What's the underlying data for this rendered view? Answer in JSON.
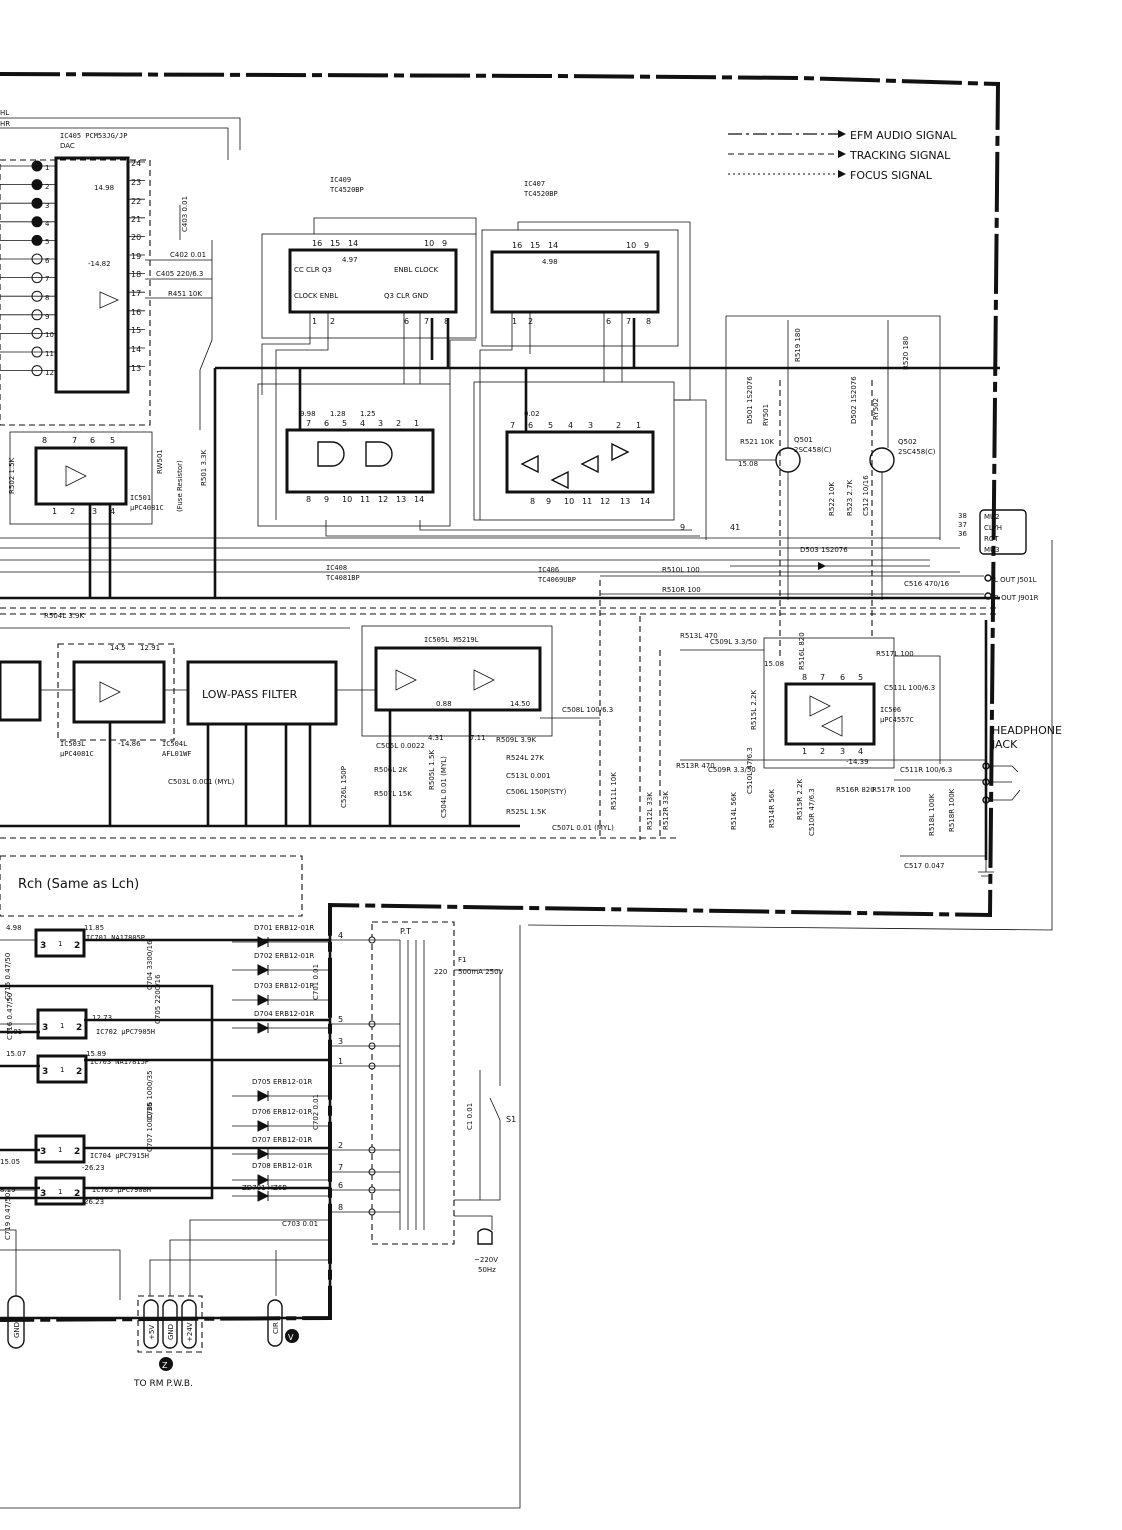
{
  "legend": {
    "efm": "EFM AUDIO SIGNAL",
    "tracking": "TRACKING SIGNAL",
    "focus": "FOCUS SIGNAL"
  },
  "chips": {
    "ic405": "IC405 PCM53JG/JP",
    "dac": "DAC",
    "ic409": "IC409",
    "ic409_part": "TC4520BP",
    "ic407": "IC407",
    "ic407_part": "TC4520BP",
    "ic501": "IC501",
    "ic501_part": "μPC4081C",
    "ic408": "IC408",
    "ic408_part": "TC4081BP",
    "ic406": "IC406",
    "ic406_part": "TC4069UBP",
    "ic505": "IC505L M5219L",
    "ic503": "IC503L",
    "ic503_part": "μPC4081C",
    "ic504": "IC504L",
    "ic504_part": "AFL01WF",
    "ic506": "IC506",
    "ic506_part": "μPC4557C",
    "q501": "Q501",
    "q501_part": "2SC458(C)",
    "q502": "Q502",
    "q502_part": "2SC458(C)",
    "ic701": "IC701 NA17805P",
    "ic702": "IC702 μPC7905H",
    "ic703": "IC703 NA17815P",
    "ic704": "IC704 μPC7915H",
    "ic705": "IC705 μPC7908H"
  },
  "blocks": {
    "lowpass": "LOW-PASS FILTER",
    "rch": "Rch (Same as Lch)",
    "headphone_1": "HEADPHONE",
    "headphone_2": "JACK",
    "pt": "P.T",
    "to_rm": "TO RM P.W.B.",
    "conn_z": "Z",
    "conn_v": "V"
  },
  "outputs": {
    "lout": "L OUT J501L",
    "rout": "R OUT J901R",
    "mu2": "MU2",
    "clvh": "CLVH",
    "rot": "ROT",
    "mu3": "MU3"
  },
  "pins": {
    "ic409_top": [
      "16",
      "15",
      "14",
      "10",
      "9"
    ],
    "ic409_bot": [
      "1",
      "2",
      "6",
      "7",
      "8"
    ],
    "ic409_l1": "CC CLR Q3",
    "ic409_l2": "ENBL CLOCK",
    "ic409_l3": "CLOCK ENBL",
    "ic409_l4": "Q3 CLR GND",
    "ic407_top": [
      "16",
      "15",
      "14",
      "10",
      "9"
    ],
    "ic407_bot": [
      "1",
      "2",
      "6",
      "7",
      "8"
    ],
    "ic408_top": [
      "7",
      "6",
      "5",
      "4",
      "3",
      "2",
      "1"
    ],
    "ic408_bot": [
      "8",
      "9",
      "10",
      "11",
      "12",
      "13",
      "14"
    ],
    "ic406_top": [
      "7",
      "6",
      "5",
      "4",
      "3",
      "2",
      "1"
    ],
    "ic406_bot": [
      "8",
      "9",
      "10",
      "11",
      "12",
      "13",
      "14"
    ],
    "ic405_right": [
      "24",
      "23",
      "22",
      "21",
      "20",
      "19",
      "18",
      "17",
      "16",
      "15",
      "14",
      "13"
    ],
    "ic405_left": [
      "1",
      "2",
      "3",
      "4",
      "5",
      "6",
      "7",
      "8",
      "9",
      "10",
      "11",
      "12"
    ],
    "ic501": [
      "8",
      "7",
      "6",
      "5",
      "1",
      "2",
      "3",
      "4"
    ],
    "ic506_top": [
      "8",
      "7",
      "6",
      "5"
    ],
    "ic506_bot": [
      "1",
      "2",
      "3",
      "4"
    ],
    "reg": [
      "3",
      "1",
      "2"
    ],
    "pt_taps": [
      "4",
      "5",
      "3",
      "1",
      "2",
      "7",
      "6",
      "8"
    ],
    "conn_rm": [
      "+5V",
      "GND",
      "+24V"
    ],
    "conn_gnd": "GND",
    "conn_cir": "CIR"
  },
  "parts": {
    "c403": "C403 0.01",
    "c402": "C402 0.01",
    "c405": "C405 220/6.3",
    "r451": "R451 10K",
    "r502": "R502 1.5K",
    "r501": "R501 3.3K",
    "rw501": "RW501",
    "fuse_res": "(Fuse Resistor)",
    "r504": "R504L 3.9K",
    "r519": "R519 180",
    "r520": "R520 180",
    "d501": "D501 1S2076",
    "d502": "D502 1S2076",
    "ry501": "RY501",
    "ry502": "RY502",
    "r521": "R521 10K",
    "r522": "R522 10K",
    "r523": "R523 2.7K",
    "c512": "C512 10/16",
    "d503": "D503 1S2076",
    "r510l": "R510L 100",
    "r510r": "R510R 100",
    "c516": "C516 470/16",
    "r513l": "R513L 470",
    "c509l": "C509L 3.3/50",
    "r516l": "R516L 820",
    "r517l": "R517L 100",
    "c511l": "C511L 100/6.3",
    "r515l": "R515L 2.2K",
    "c508": "C508L 100/6.3",
    "r509": "R509L 3.9K",
    "r524": "R524L 27K",
    "c513": "C513L 0.001",
    "c506": "C506L 150P(STY)",
    "r525": "R525L 1.5K",
    "c507": "C507L 0.01 (MYL)",
    "r511": "R511L 10K",
    "r512": "R512L 33K",
    "r512r": "R512R 33K",
    "r513r": "R513R 470",
    "c509r": "C509R 3.3/50",
    "r514l": "R514L 56K",
    "c510l": "C510L 47/6.3",
    "r514r": "R514R 56K",
    "r515r": "R515R 2.2K",
    "c510r": "C510R 47/6.3",
    "r516r": "R516R 820",
    "r517r": "R517R 100",
    "c511r": "C511R 100/6.3",
    "r518l": "R518L 100K",
    "r518r": "R518R 100K",
    "c517": "C517 0.047",
    "c526": "C526L 150P",
    "c505": "C505L 0.0022",
    "r506": "R506L 2K",
    "r507": "R507L 15K",
    "r505": "R505L 1.5K",
    "c504": "C504L 0.01 (MYL)",
    "c503": "C503L 0.001 (MYL)",
    "d701": "D701 ERB12-01R",
    "d702": "D702 ERB12-01R",
    "d703": "D703 ERB12-01R",
    "d704": "D704 ERB12-01R",
    "d705": "D705 ERB12-01R",
    "d706": "D706 ERB12-01R",
    "d707": "D707 ERB12-01R",
    "d708": "D708 ERB12-01R",
    "zd701": "ZD701 HZ6B",
    "c701": "C701 0.01",
    "c702": "C702 0.01",
    "c703": "C703 0.01",
    "c704": "C704 3300/16",
    "c705": "C705 2200/16",
    "c706": "C706 1000/35",
    "c707": "C707 1000/35",
    "c715": "C715 0.47/50",
    "c716": "C716 0.47/50",
    "c719": "C719 0.47/50",
    "c1": "C1 0.01",
    "s1": "S1",
    "f1": "F1",
    "f1_val": "500mA 250V",
    "v220": "220",
    "v250": "250V",
    "mains": "~220V",
    "mains_hz": "50Hz"
  },
  "voltages": {
    "v1": "-14.82",
    "v2": "14.98",
    "v3": "14.5",
    "v4": "12.91",
    "v5": "-14.86",
    "v6": "0.88",
    "v7": "14.50",
    "v8": "7.11",
    "v9": "4.31",
    "v10": "15.08",
    "v11": "15.08",
    "v12": "-14.39",
    "v13": "4.98",
    "v14": "11.85",
    "v15": "12.73",
    "v16": "-5.01",
    "v17": "15.07",
    "v18": "15.89",
    "v19": "-26.23",
    "v20": "15.05",
    "v21": "26.23",
    "v22": "8.19",
    "v23": "0.02",
    "v24": "4.97",
    "v25": "4.98",
    "v26": "1.28",
    "v27": "1.25",
    "v28": "9.98"
  },
  "side": {
    "hl": "HL",
    "hr": "HR"
  }
}
